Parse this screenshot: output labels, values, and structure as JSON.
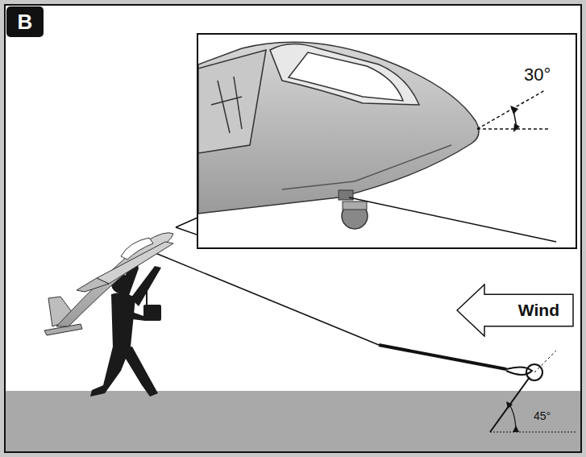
{
  "diagram": {
    "nodes": [
      {
        "text": [
          "B"
        ]
      },
      {
        "text": [
          "Wind"
        ]
      }
    ],
    "labels": [
      "30°",
      "45°"
    ]
  }
}
